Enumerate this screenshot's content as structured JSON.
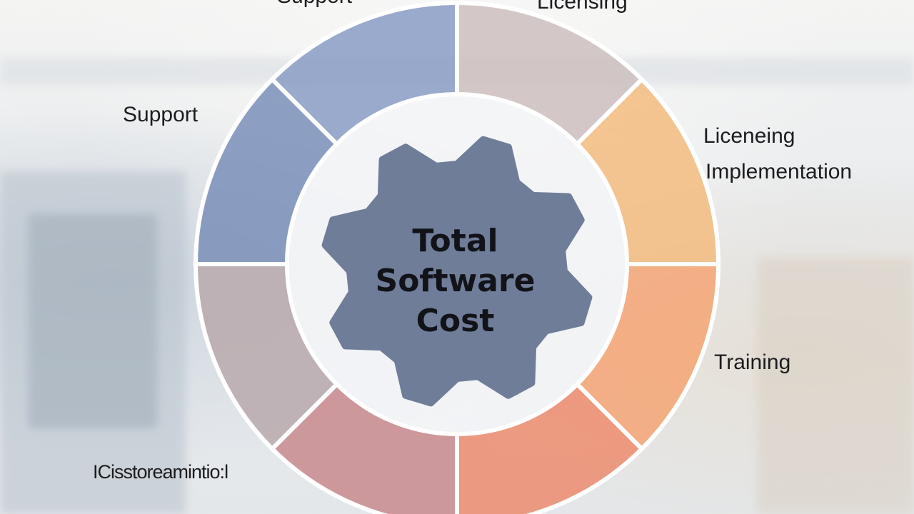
{
  "diagram": {
    "center_lines": [
      "Total",
      "Software",
      "Cost"
    ],
    "labels": {
      "top_left": "Support",
      "top_right": "Licensing",
      "left": "Support",
      "right_upper": "Liceneing",
      "right_middle": "Implementation",
      "right_lower": "Training",
      "bottom_left": "ICisstoreamintio:l"
    },
    "segment_colors": [
      "#cdbfbe",
      "#f3bb7f",
      "#f4a574",
      "#ec8c6e",
      "#c98a8e",
      "#b9a9ad",
      "#7a8fb8",
      "#8a9cc4"
    ],
    "gear_color": "#6f7d99",
    "inner_circle_color": "#f3f4f6"
  }
}
